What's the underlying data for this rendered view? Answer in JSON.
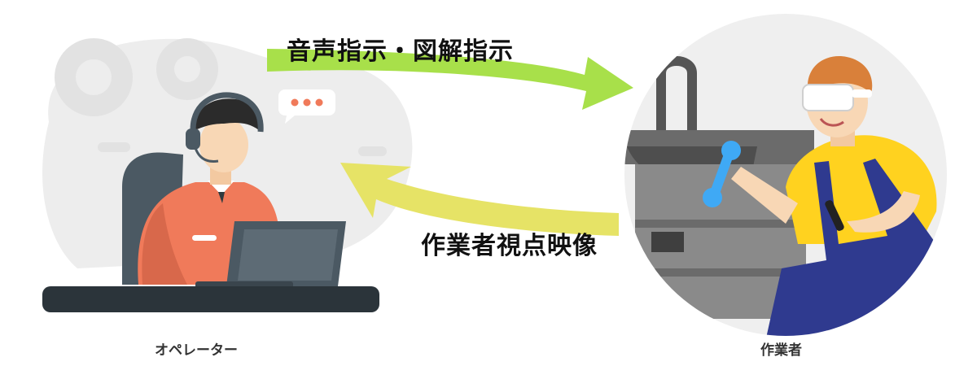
{
  "arrows": {
    "top_label": "音声指示・図解指示",
    "bottom_label": "作業者視点映像",
    "top_color": "#a8e04a",
    "bottom_color": "#e6e366"
  },
  "operator": {
    "caption": "オペレーター",
    "shirt_color": "#f07a5a",
    "bubble_dot_color": "#f07a5a"
  },
  "worker": {
    "caption": "作業者",
    "shirt_color": "#ffd21f",
    "overall_color": "#2f3a8f",
    "wrench_color": "#3fa9f5"
  }
}
